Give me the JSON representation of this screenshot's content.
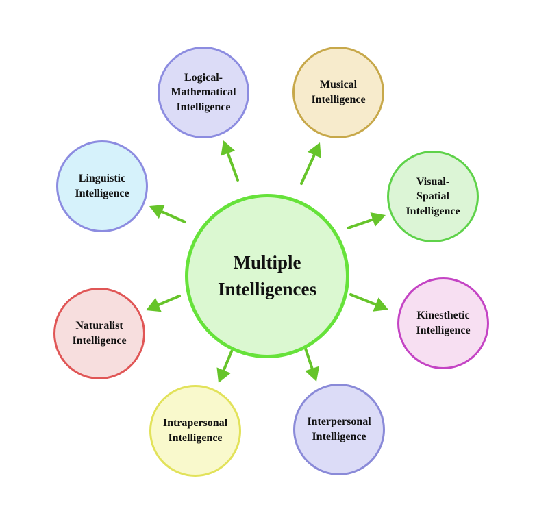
{
  "center": {
    "line1": "Multiple",
    "line2": "Intelligences",
    "fill": "#dbf8d1",
    "border": "#66e23a"
  },
  "arrow_color": "#66c42a",
  "nodes": [
    {
      "id": "logical",
      "lines": [
        "Logical-",
        "Mathematical",
        "Intelligence"
      ],
      "fill": "#dcdcf7",
      "border": "#8c8ce0"
    },
    {
      "id": "musical",
      "lines": [
        "Musical",
        "Intelligence"
      ],
      "fill": "#f7ebcc",
      "border": "#c7a84a"
    },
    {
      "id": "visual",
      "lines": [
        "Visual-",
        "Spatial",
        "Intelligence"
      ],
      "fill": "#dcf5d6",
      "border": "#5fd24a"
    },
    {
      "id": "kinesthetic",
      "lines": [
        "Kinesthetic",
        "Intelligence"
      ],
      "fill": "#f7dff2",
      "border": "#c444c4"
    },
    {
      "id": "interpersonal",
      "lines": [
        "Interpersonal",
        "Intelligence"
      ],
      "fill": "#dcdcf7",
      "border": "#8a8ad8"
    },
    {
      "id": "intrapersonal",
      "lines": [
        "Intrapersonal",
        "Intelligence"
      ],
      "fill": "#f9f9cc",
      "border": "#e2e25a"
    },
    {
      "id": "naturalist",
      "lines": [
        "Naturalist",
        "Intelligence"
      ],
      "fill": "#f7dede",
      "border": "#e05656"
    },
    {
      "id": "linguistic",
      "lines": [
        "Linguistic",
        "Intelligence"
      ],
      "fill": "#d6f2fb",
      "border": "#8c8ce0"
    }
  ]
}
